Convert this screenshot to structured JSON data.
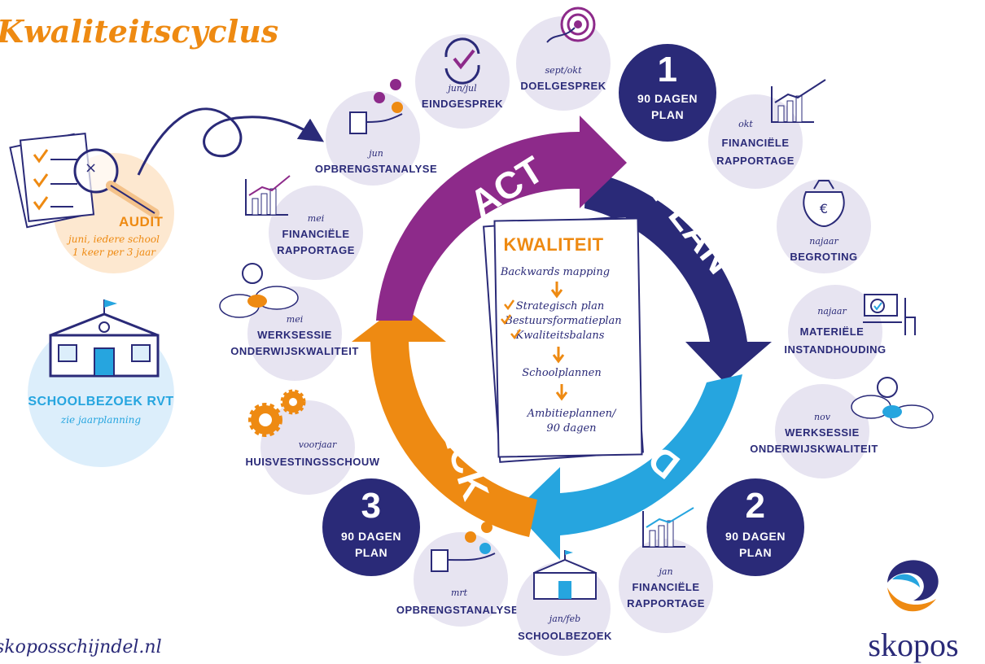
{
  "title": "Kwaliteitscyclus",
  "website": "skoposschijndel.nl",
  "brand": {
    "name": "skopos"
  },
  "colors": {
    "act": "#8d2a8a",
    "plan": "#2a2a78",
    "do": "#26a5df",
    "check": "#ee8a12",
    "node_bg": "#e7e4f1",
    "dark_node": "#2a2a78",
    "ink": "#2a2a78",
    "orange": "#ee8a12"
  },
  "cycle": {
    "act": "ACT",
    "plan": "PLAN",
    "do": "DO",
    "check": "CHECK"
  },
  "center_doc": {
    "title": "KWALITEIT",
    "lines": [
      "Backwards mapping",
      "Strategisch plan",
      "Bestuursformatieplan",
      "Kwaliteitsbalans",
      "Schoolplannen",
      "Ambitieplannen/",
      "90 dagen"
    ]
  },
  "plans": [
    {
      "num": "1",
      "line1": "90 DAGEN",
      "line2": "PLAN"
    },
    {
      "num": "2",
      "line1": "90 DAGEN",
      "line2": "PLAN"
    },
    {
      "num": "3",
      "line1": "90 DAGEN",
      "line2": "PLAN"
    }
  ],
  "nodes": {
    "doelgesprek": {
      "period": "sept/okt",
      "label": "DOELGESPREK",
      "icon": "target-icon"
    },
    "eindgesprek": {
      "period": "jun/jul",
      "label": "EINDGESPREK",
      "icon": "check-cycle-icon"
    },
    "opbrengst_jun": {
      "period": "jun",
      "label": "OPBRENGSTANALYSE",
      "icon": "hand-checks-icon"
    },
    "fin_mei": {
      "period": "mei",
      "label1": "FINANCIËLE",
      "label2": "RAPPORTAGE",
      "icon": "bar-chart-icon"
    },
    "werksessie_mei": {
      "period": "mei",
      "label1": "WERKSESSIE",
      "label2": "ONDERWIJSKWALITEIT",
      "icon": "lightbulb-icon"
    },
    "huisvesting": {
      "period": "voorjaar",
      "label": "HUISVESTINGSSCHOUW",
      "icon": "gears-icon"
    },
    "opbrengst_mrt": {
      "period": "mrt",
      "label": "OPBRENGSTANALYSE",
      "icon": "hand-checks-icon"
    },
    "schoolbezoek": {
      "period": "jan/feb",
      "label": "SCHOOLBEZOEK",
      "icon": "school-icon"
    },
    "fin_jan": {
      "period": "jan",
      "label1": "FINANCIËLE",
      "label2": "RAPPORTAGE",
      "icon": "bar-chart-icon"
    },
    "werksessie_nov": {
      "period": "nov",
      "label1": "WERKSESSIE",
      "label2": "ONDERWIJSKWALITEIT",
      "icon": "lightbulb-icon"
    },
    "materiele": {
      "period": "najaar",
      "label1": "MATERIËLE",
      "label2": "INSTANDHOUDING",
      "icon": "desk-icon"
    },
    "begroting": {
      "period": "najaar",
      "label": "BEGROTING",
      "icon": "money-bag-icon"
    },
    "fin_okt": {
      "period": "okt",
      "label1": "FINANCIËLE",
      "label2": "RAPPORTAGE",
      "icon": "bar-chart-icon"
    }
  },
  "audit": {
    "title": "AUDIT",
    "sub1": "juni, iedere school",
    "sub2": "1 keer per 3 jaar"
  },
  "rvt": {
    "title": "SCHOOLBEZOEK RVT",
    "sub": "zie jaarplanning"
  }
}
